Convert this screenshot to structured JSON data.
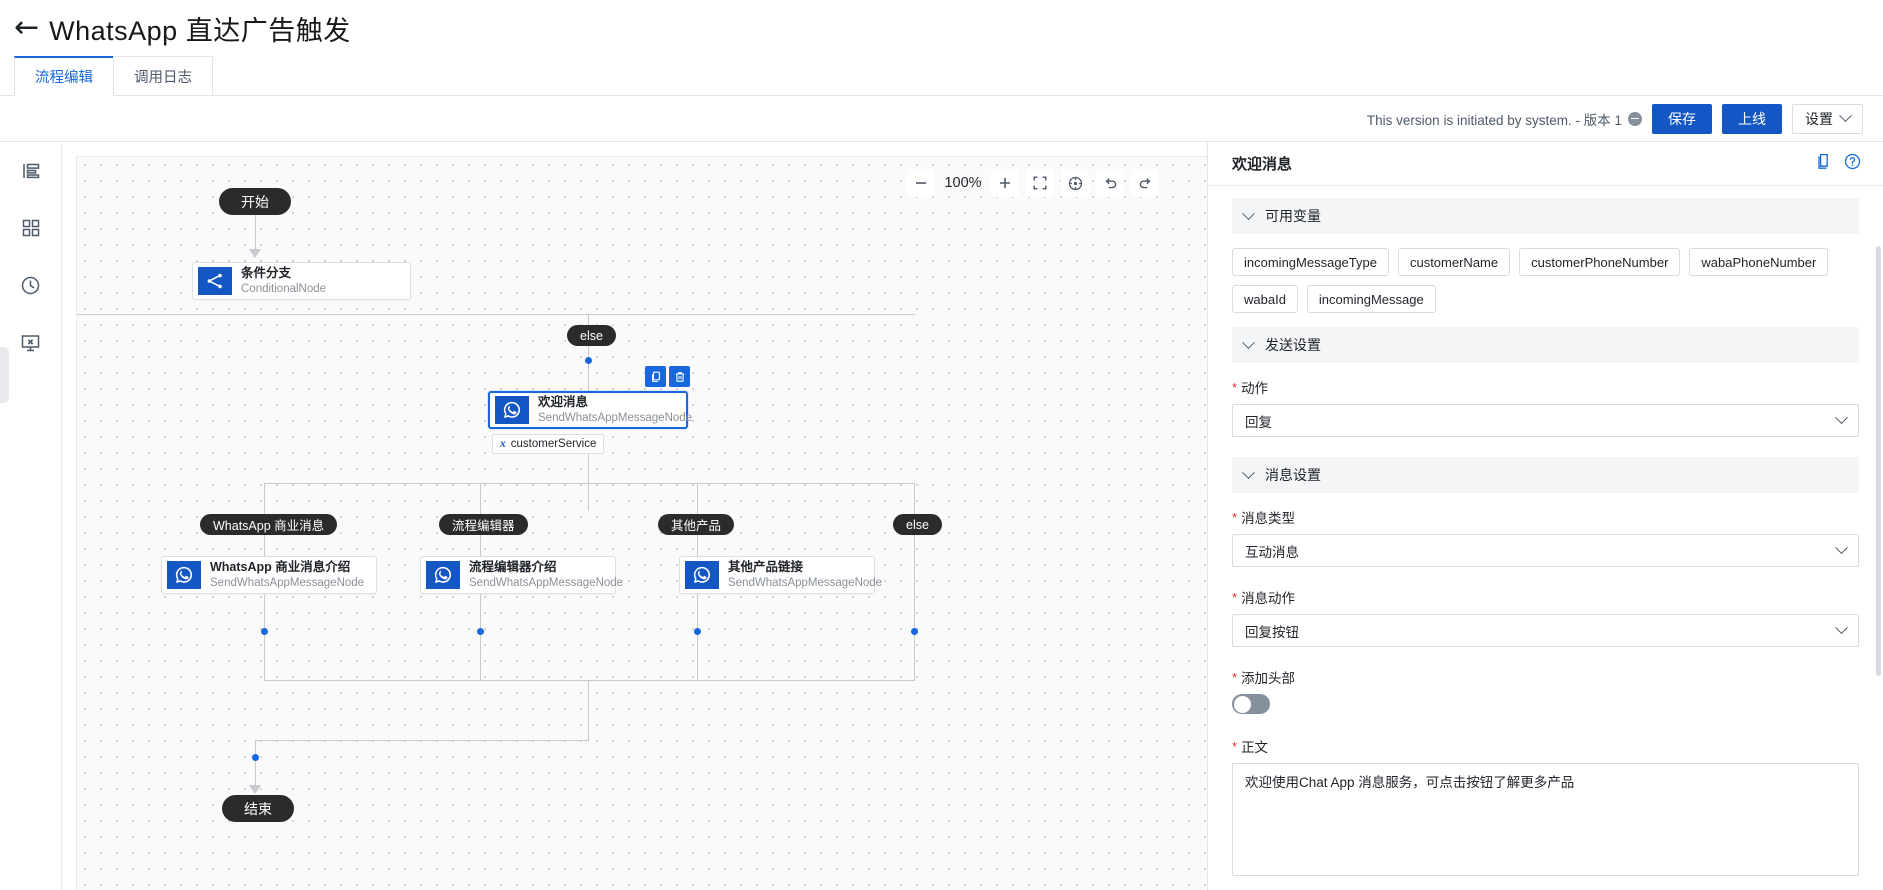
{
  "header": {
    "back_icon": "back-arrow-icon",
    "title": "WhatsApp 直达广告触发"
  },
  "tabs": [
    {
      "label": "流程编辑",
      "active": true
    },
    {
      "label": "调用日志",
      "active": false
    }
  ],
  "toolbar": {
    "version_text": "This version is initiated by system. - 版本 1",
    "save_label": "保存",
    "publish_label": "上线",
    "settings_label": "设置"
  },
  "rail": {
    "items": [
      {
        "icon": "outline-list-icon",
        "name": "outline"
      },
      {
        "icon": "grid-components-icon",
        "name": "components"
      },
      {
        "icon": "clock-history-icon",
        "name": "history"
      },
      {
        "icon": "monitor-close-icon",
        "name": "monitor"
      }
    ]
  },
  "canvas": {
    "zoom_level": "100%",
    "zoom_out_icon": "minus-icon",
    "zoom_in_icon": "plus-icon",
    "fit_icon": "fit-screen-icon",
    "center_icon": "center-target-icon",
    "undo_icon": "undo-icon",
    "redo_icon": "redo-icon",
    "nodes": {
      "start": {
        "label": "开始"
      },
      "conditional": {
        "title": "条件分支",
        "subtitle": "ConditionalNode",
        "icon": "branch-icon"
      },
      "welcome": {
        "title": "欢迎消息",
        "subtitle": "SendWhatsAppMessageNode",
        "icon": "whatsapp-icon",
        "selected": true
      },
      "welcome_variable": {
        "prefix": "x",
        "label": "customerService"
      },
      "branch_else_top": {
        "label": "else"
      },
      "leaf_1": {
        "title": "WhatsApp 商业消息介绍",
        "subtitle": "SendWhatsAppMessageNode",
        "icon": "whatsapp-icon"
      },
      "leaf_2": {
        "title": "流程编辑器介绍",
        "subtitle": "SendWhatsAppMessageNode",
        "icon": "whatsapp-icon"
      },
      "leaf_3": {
        "title": "其他产品链接",
        "subtitle": "SendWhatsAppMessageNode",
        "icon": "whatsapp-icon"
      },
      "end": {
        "label": "结束"
      }
    },
    "branch_labels": [
      {
        "label": "WhatsApp 商业消息"
      },
      {
        "label": "流程编辑器"
      },
      {
        "label": "其他产品"
      },
      {
        "label": "else"
      }
    ],
    "node_actions": [
      {
        "icon": "copy-icon",
        "name": "copy-node"
      },
      {
        "icon": "trash-icon",
        "name": "delete-node"
      }
    ]
  },
  "panel": {
    "title": "欢迎消息",
    "copy_icon": "copy-doc-icon",
    "help_icon": "help-circle-icon",
    "sections": {
      "variables": {
        "heading": "可用变量",
        "tags": [
          "incomingMessageType",
          "customerName",
          "customerPhoneNumber",
          "wabaPhoneNumber",
          "wabaId",
          "incomingMessage"
        ]
      },
      "send_settings": {
        "heading": "发送设置",
        "action_label": "动作",
        "action_value": "回复"
      },
      "message_settings": {
        "heading": "消息设置",
        "message_type_label": "消息类型",
        "message_type_value": "互动消息",
        "message_action_label": "消息动作",
        "message_action_value": "回复按钮",
        "add_header_label": "添加头部",
        "add_header_on": false,
        "body_label": "正文",
        "body_value": "欢迎使用Chat App 消息服务，可点击按钮了解更多产品"
      }
    }
  },
  "colors": {
    "brand_blue": "#1456c4",
    "accent_blue": "#1668dc",
    "node_dark": "#2b2b2b",
    "required_red": "#e03131"
  }
}
